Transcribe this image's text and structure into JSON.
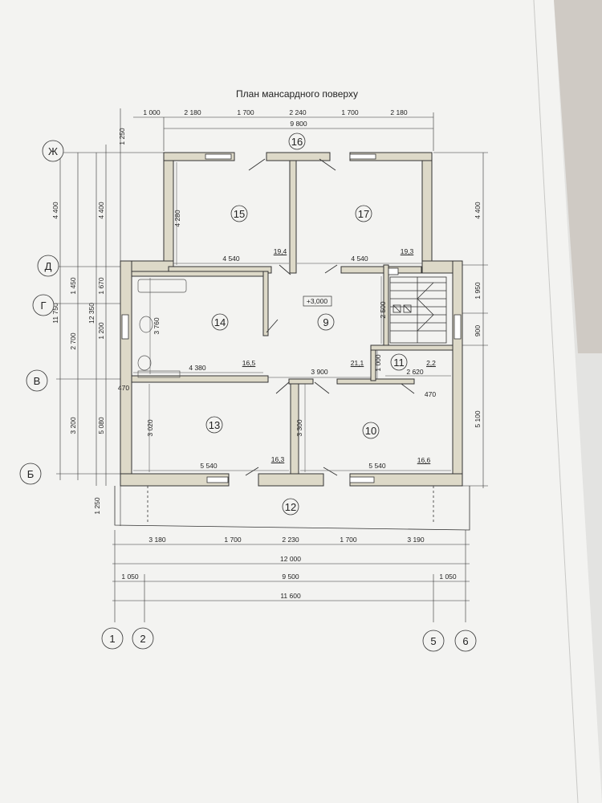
{
  "title": "План мансардного поверху",
  "elevation": "+3,000",
  "rooms": [
    {
      "number": "16"
    },
    {
      "number": "15"
    },
    {
      "number": "17"
    },
    {
      "number": "14"
    },
    {
      "number": "9"
    },
    {
      "number": "11"
    },
    {
      "number": "13"
    },
    {
      "number": "10"
    },
    {
      "number": "12"
    }
  ],
  "areas": [
    "19,4",
    "19,3",
    "16,5",
    "21,1",
    "2,2",
    "16,3",
    "16,6"
  ],
  "dims_top": [
    "1 000",
    "2 180",
    "1 700",
    "2 240",
    "1 700",
    "2 180"
  ],
  "dim_top_total": "9 800",
  "dims_bottom_row1": [
    "3 180",
    "1 700",
    "2 230",
    "1 700",
    "3 190"
  ],
  "dim_bottom_total1": "12 000",
  "dims_bottom_row3": [
    "1 050",
    "9 500",
    "1 050"
  ],
  "dim_bottom_total2": "11 600",
  "dims_left_chain1": [
    "4 400",
    "1 450",
    "2 700",
    "3 200"
  ],
  "dim_left_total1": "11 750",
  "dim_left_total2": "12 350",
  "dims_left_chain2": [
    "1 250",
    "4 400",
    "1 670",
    "1 200",
    "5 080",
    "1 250"
  ],
  "dims_right": [
    "4 400",
    "1 950",
    "900",
    "5 100"
  ],
  "dims_inner": [
    "4 280",
    "4 540",
    "4 540",
    "3 760",
    "4 380",
    "3 900",
    "2 500",
    "1 000",
    "2 620",
    "470",
    "470",
    "3 020",
    "3 300",
    "5 540",
    "5 540"
  ],
  "axes_rows": [
    "Ж",
    "Д",
    "Г",
    "В",
    "Б"
  ],
  "axes_cols": [
    "1",
    "2",
    "5",
    "6"
  ]
}
